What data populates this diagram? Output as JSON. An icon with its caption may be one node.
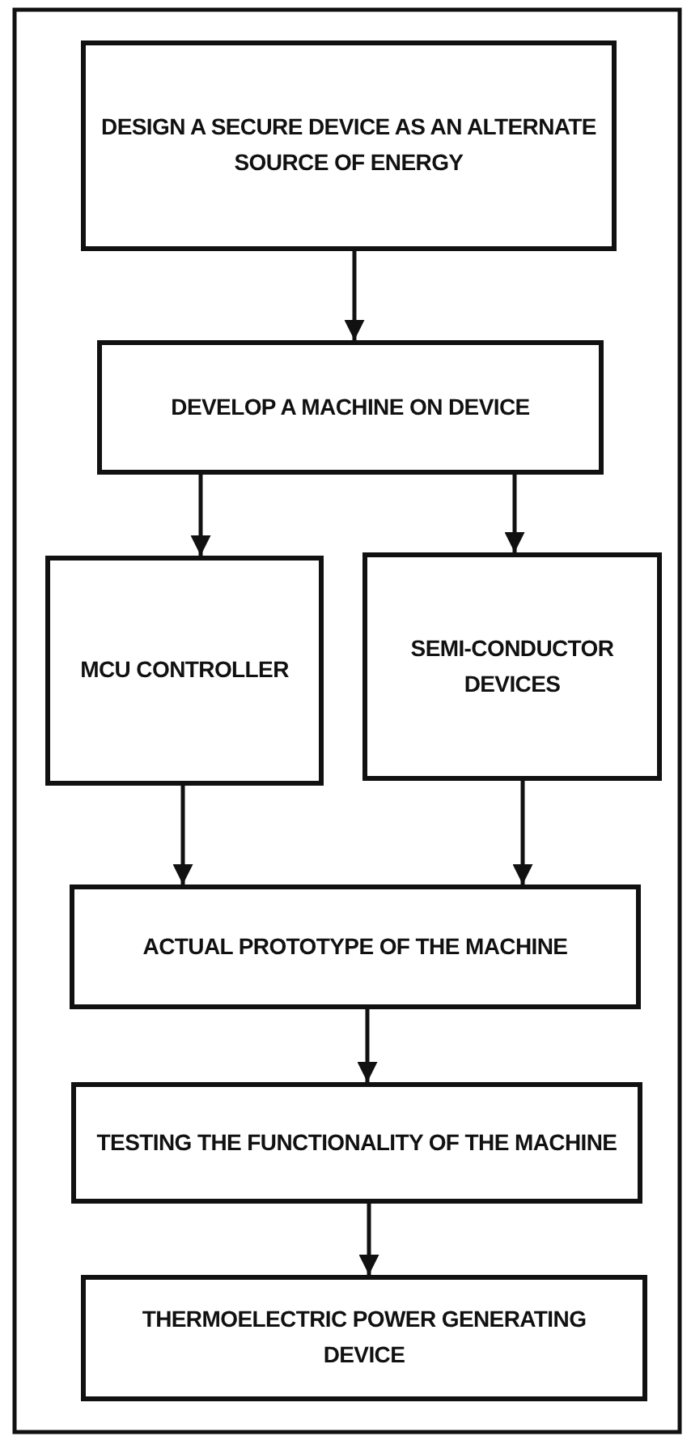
{
  "diagram": {
    "nodes": [
      {
        "text": [
          "DESIGN A SECURE DEVICE AS AN ALTERNATE SOURCE OF ENERGY"
        ]
      },
      {
        "text": [
          "DEVELOP A MACHINE ON DEVICE"
        ]
      },
      {
        "text": [
          "MCU CONTROLLER"
        ]
      },
      {
        "text": [
          "SEMI-CONDUCTOR DEVICES"
        ]
      },
      {
        "text": [
          "ACTUAL PROTOTYPE OF THE MACHINE"
        ]
      },
      {
        "text": [
          "TESTING THE FUNCTIONALITY OF THE MACHINE"
        ]
      },
      {
        "text": [
          "THERMOELECTRIC POWER GENERATING DEVICE"
        ]
      }
    ],
    "edges": [
      {
        "from": 0,
        "to": 1,
        "arrow": "to"
      },
      {
        "from": 1,
        "to": 2,
        "arrow": "to"
      },
      {
        "from": 1,
        "to": 3,
        "arrow": "to"
      },
      {
        "from": 2,
        "to": 4,
        "arrow": "to"
      },
      {
        "from": 3,
        "to": 4,
        "arrow": "to"
      },
      {
        "from": 4,
        "to": 5,
        "arrow": "to"
      },
      {
        "from": 5,
        "to": 6,
        "arrow": "to"
      }
    ]
  }
}
